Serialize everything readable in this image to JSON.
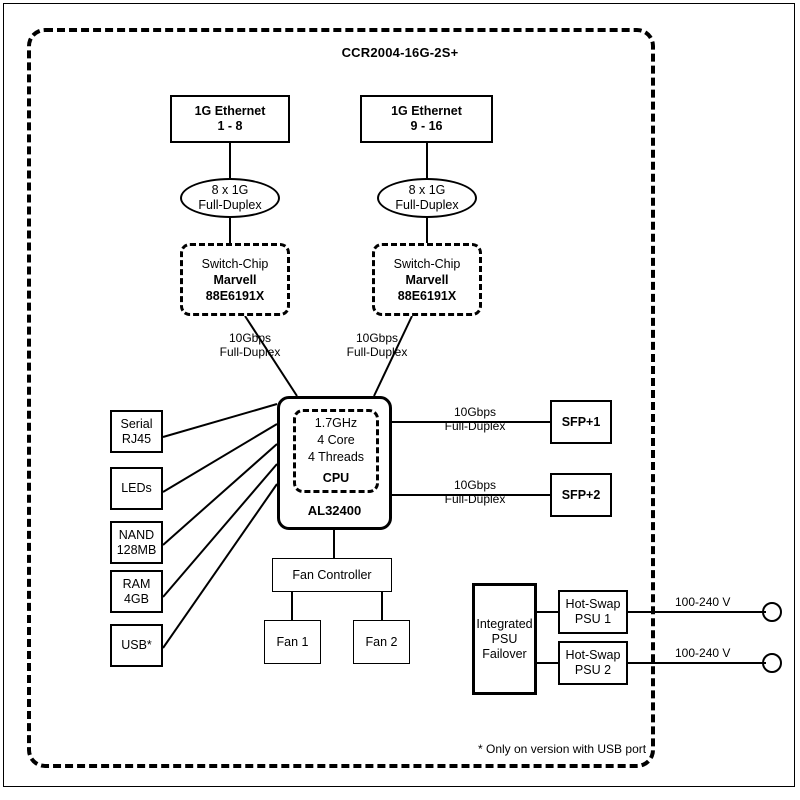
{
  "title": "CCR2004-16G-2S+",
  "footnote": "* Only on version with USB port",
  "ethernet": [
    {
      "name": "eth-1-8",
      "line1": "1G Ethernet",
      "line2": "1 - 8"
    },
    {
      "name": "eth-9-16",
      "line1": "1G Ethernet",
      "line2": "9 - 16"
    }
  ],
  "link_ellipses": [
    {
      "line1": "8 x 1G",
      "line2": "Full-Duplex"
    },
    {
      "line1": "8 x 1G",
      "line2": "Full-Duplex"
    }
  ],
  "switch_chips": [
    {
      "line1": "Switch-Chip",
      "line2": "Marvell",
      "line3": "88E6191X"
    },
    {
      "line1": "Switch-Chip",
      "line2": "Marvell",
      "line3": "88E6191X"
    }
  ],
  "switch_links": [
    {
      "line1": "10Gbps",
      "line2": "Full-Duplex"
    },
    {
      "line1": "10Gbps",
      "line2": "Full-Duplex"
    }
  ],
  "cpu": {
    "spec1": "1.7GHz",
    "spec2": "4 Core",
    "spec3": "4 Threads",
    "core_label": "CPU",
    "part": "AL32400"
  },
  "peripherals": [
    {
      "name": "serial-rj45",
      "line1": "Serial",
      "line2": "RJ45"
    },
    {
      "name": "leds",
      "line1": "LEDs",
      "line2": ""
    },
    {
      "name": "nand",
      "line1": "NAND",
      "line2": "128MB"
    },
    {
      "name": "ram",
      "line1": "RAM",
      "line2": "4GB"
    },
    {
      "name": "usb",
      "line1": "USB*",
      "line2": ""
    }
  ],
  "sfp": [
    {
      "label": "SFP+1",
      "link1": "10Gbps",
      "link2": "Full-Duplex"
    },
    {
      "label": "SFP+2",
      "link1": "10Gbps",
      "link2": "Full-Duplex"
    }
  ],
  "fans": {
    "controller": "Fan Controller",
    "units": [
      "Fan 1",
      "Fan 2"
    ]
  },
  "power": {
    "failover_line1": "Integrated",
    "failover_line2": "PSU",
    "failover_line3": "Failover",
    "supplies": [
      {
        "line1": "Hot-Swap",
        "line2": "PSU 1",
        "mains": "100-240 V"
      },
      {
        "line1": "Hot-Swap",
        "line2": "PSU 2",
        "mains": "100-240 V"
      }
    ]
  },
  "colors": {
    "stroke": "#000000",
    "background": "#ffffff"
  }
}
